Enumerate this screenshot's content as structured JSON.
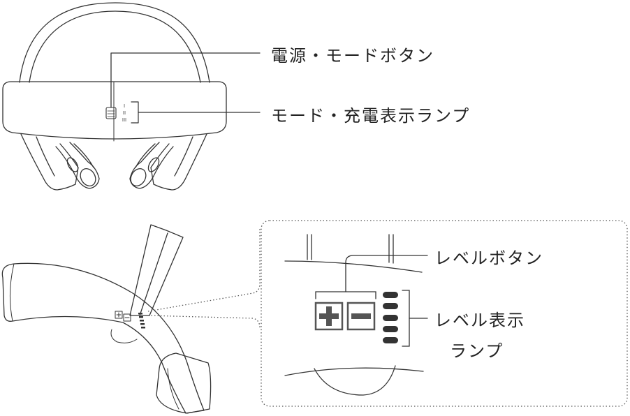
{
  "labels": {
    "power_mode_button": "電源・モードボタン",
    "mode_charge_lamp": "モード・充電表示ランプ",
    "level_button": "レベルボタン",
    "level_lamp_line1": "レベル表示",
    "level_lamp_line2": "ランプ"
  },
  "device": {
    "button_marks": [
      "I",
      "II",
      "III"
    ],
    "plus_symbol": "+",
    "minus_symbol": "−"
  },
  "colors": {
    "line": "#333333",
    "button_fill": "#555555",
    "lamp_fill": "#333333"
  }
}
